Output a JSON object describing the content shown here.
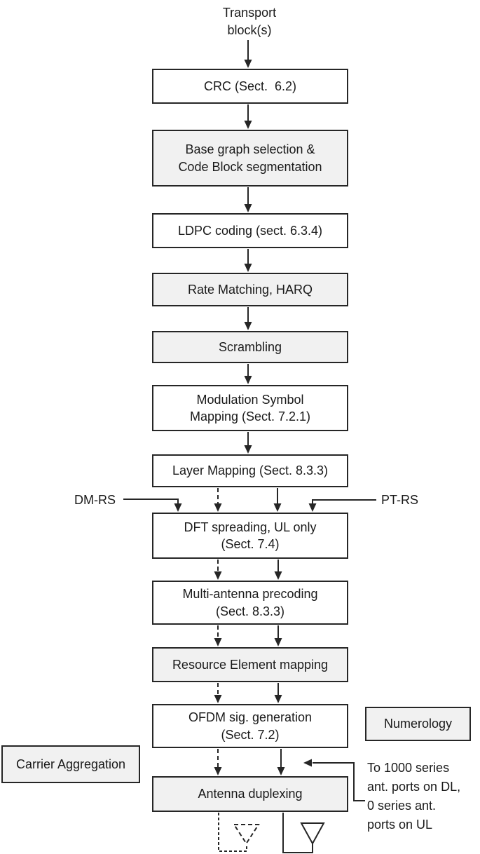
{
  "diagram": {
    "source": {
      "line1": "Transport",
      "line2": "block(s)"
    },
    "boxes": {
      "crc": {
        "fill": "white",
        "lines": [
          "CRC (Sect.  6.2)"
        ]
      },
      "base_graph": {
        "fill": "gray",
        "lines": [
          "Base graph selection &",
          "Code Block segmentation"
        ]
      },
      "ldpc": {
        "fill": "white",
        "lines": [
          "LDPC coding (sect. 6.3.4)"
        ]
      },
      "rate_matching": {
        "fill": "gray",
        "lines": [
          "Rate Matching, HARQ"
        ]
      },
      "scrambling": {
        "fill": "gray",
        "lines": [
          "Scrambling"
        ]
      },
      "modulation": {
        "fill": "white",
        "lines": [
          "Modulation Symbol",
          "Mapping (Sect. 7.2.1)"
        ]
      },
      "layer_mapping": {
        "fill": "white",
        "lines": [
          "Layer Mapping (Sect. 8.3.3)"
        ]
      },
      "dft_spreading": {
        "fill": "white",
        "lines": [
          "DFT spreading, UL only",
          "(Sect. 7.4)"
        ]
      },
      "precoding": {
        "fill": "white",
        "lines": [
          "Multi-antenna precoding",
          "(Sect. 8.3.3)"
        ]
      },
      "re_mapping": {
        "fill": "gray",
        "lines": [
          "Resource Element mapping"
        ]
      },
      "ofdm": {
        "fill": "white",
        "lines": [
          "OFDM sig. generation",
          "(Sect. 7.2)"
        ]
      },
      "antenna_duplexing": {
        "fill": "gray",
        "lines": [
          "Antenna duplexing"
        ]
      }
    },
    "inputs": {
      "dmrs": "DM-RS",
      "ptrs": "PT-RS"
    },
    "side_boxes": {
      "numerology": "Numerology",
      "carrier_aggregation": "Carrier Aggregation"
    },
    "annotation": {
      "lines": [
        "To 1000 series",
        "ant. ports on DL,",
        "0 series ant.",
        "ports on UL"
      ]
    }
  },
  "colors": {
    "line_color": "#262626",
    "box_fill_white": "#ffffff",
    "box_fill_gray": "#f1f1f1",
    "text_color": "#1a1a1a",
    "bg": "#ffffff"
  }
}
